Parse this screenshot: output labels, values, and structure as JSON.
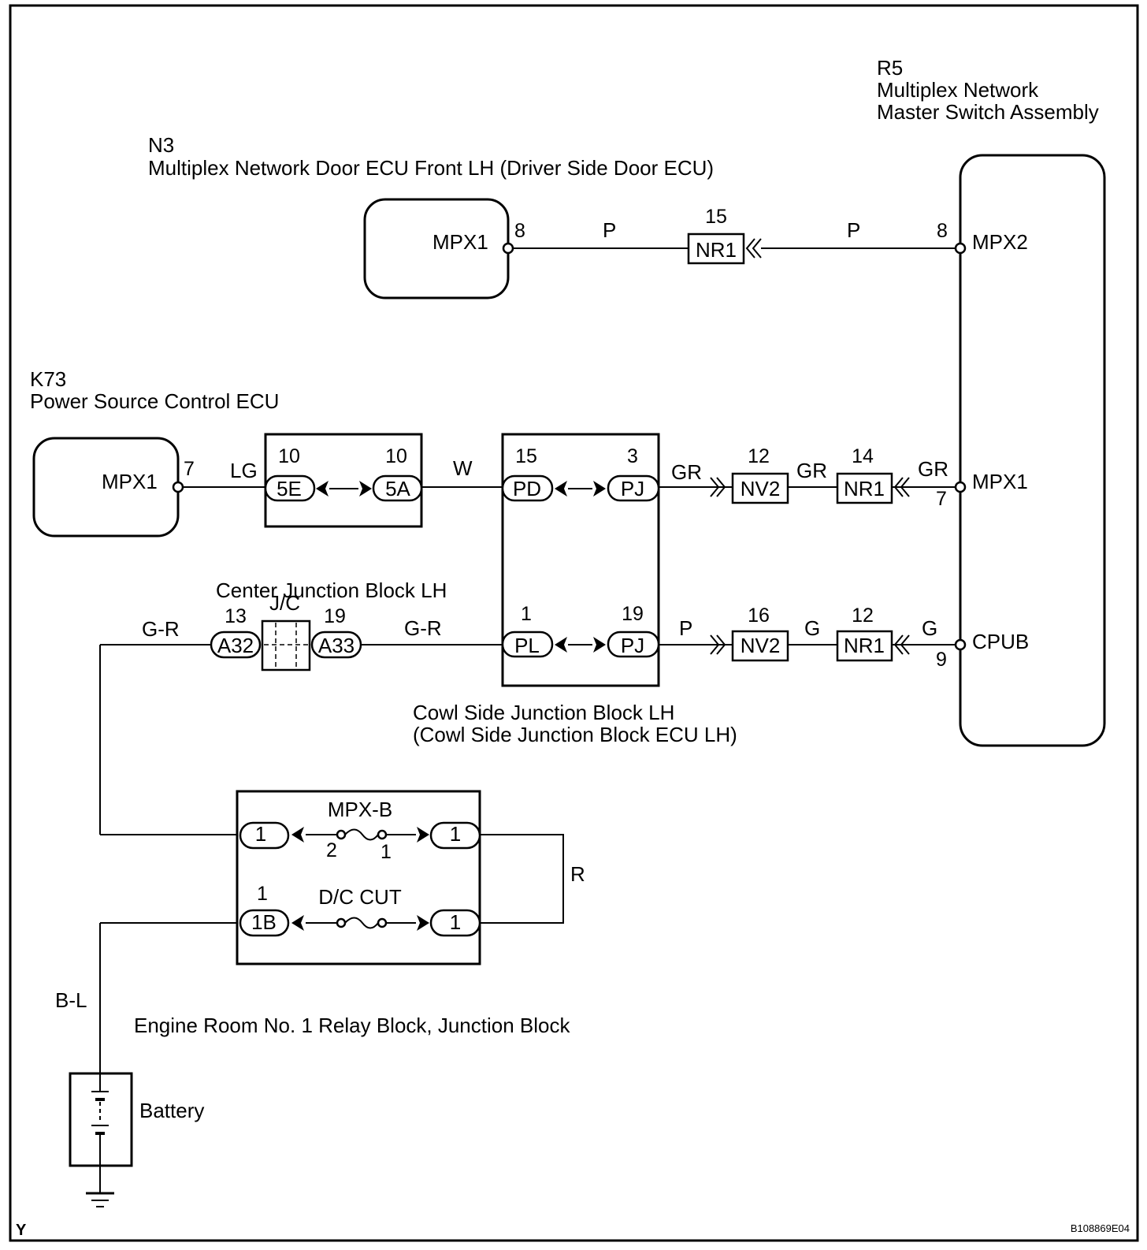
{
  "frame": {
    "corner_left": "Y",
    "corner_right": "B108869E04"
  },
  "components": {
    "r5": {
      "code": "R5",
      "name_line1": "Multiplex Network",
      "name_line2": "Master Switch Assembly",
      "pins": {
        "mpx2": "MPX2",
        "mpx1": "MPX1",
        "cpub": "CPUB"
      },
      "pin_nums": {
        "mpx2": "8",
        "mpx1": "7",
        "cpub": "9"
      }
    },
    "n3": {
      "code": "N3",
      "name": "Multiplex Network Door ECU Front LH (Driver Side Door ECU)",
      "pin": "MPX1",
      "pin_num": "8"
    },
    "k73": {
      "code": "K73",
      "name": "Power Source Control ECU",
      "pin": "MPX1",
      "pin_num": "7"
    },
    "center_jb": {
      "name": "Center Junction Block LH",
      "tag": "J/C",
      "left": {
        "label": "A32",
        "num": "13"
      },
      "right": {
        "label": "A33",
        "num": "19"
      }
    },
    "jb_5e5a": {
      "left": {
        "label": "5E",
        "num": "10"
      },
      "right": {
        "label": "5A",
        "num": "10"
      }
    },
    "cowl_jb": {
      "name_line1": "Cowl Side Junction Block LH",
      "name_line2": "(Cowl Side Junction Block ECU LH)",
      "pd": {
        "label": "PD",
        "num": "15"
      },
      "pj_top": {
        "label": "PJ",
        "num": "3"
      },
      "pl": {
        "label": "PL",
        "num": "1"
      },
      "pj_bot": {
        "label": "PJ",
        "num": "19"
      }
    },
    "engine_rb": {
      "name": "Engine Room No. 1 Relay Block, Junction Block",
      "fuse1": {
        "name": "MPX-B",
        "pin_left": "2",
        "pin_right": "1"
      },
      "fuse2": {
        "name": "D/C CUT"
      },
      "c_top_left": "1",
      "c_top_right": "1",
      "c_bot_left": "1B",
      "c_bot_left_num": "1",
      "c_bot_right": "1"
    },
    "battery": {
      "name": "Battery"
    }
  },
  "connectors": {
    "nr1_top": {
      "label": "NR1",
      "num": "15"
    },
    "nv2_mid": {
      "label": "NV2",
      "num": "12"
    },
    "nr1_mid": {
      "label": "NR1",
      "num": "14"
    },
    "nv2_bot": {
      "label": "NV2",
      "num": "16"
    },
    "nr1_bot": {
      "label": "NR1",
      "num": "12"
    }
  },
  "wires": {
    "top_left": "P",
    "top_right": "P",
    "mid_lg": "LG",
    "mid_w": "W",
    "mid_gr1": "GR",
    "mid_gr2": "GR",
    "mid_gr3": "GR",
    "bot_gr_left": "G-R",
    "bot_gr_mid": "G-R",
    "bot_p": "P",
    "bot_g1": "G",
    "bot_g2": "G",
    "r": "R",
    "bl": "B-L"
  }
}
